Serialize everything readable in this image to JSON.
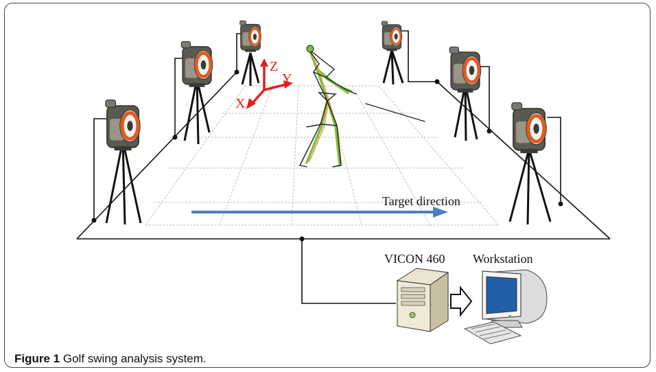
{
  "labels": {
    "target_direction": "Target direction",
    "vicon": "VICON 460",
    "workstation": "Workstation",
    "axis_x": "X",
    "axis_y": "Y",
    "axis_z": "Z"
  },
  "caption": {
    "figure_number": "Figure 1",
    "text": "Golf swing analysis system."
  },
  "colors": {
    "axis_red": "#e0201c",
    "arrow_blue": "#4a7fbf",
    "camera_ring": "#e05a23"
  },
  "icons": [
    "camera-icon",
    "tower-computer-icon",
    "monitor-icon",
    "keyboard-icon",
    "hollow-right-arrow-icon"
  ]
}
